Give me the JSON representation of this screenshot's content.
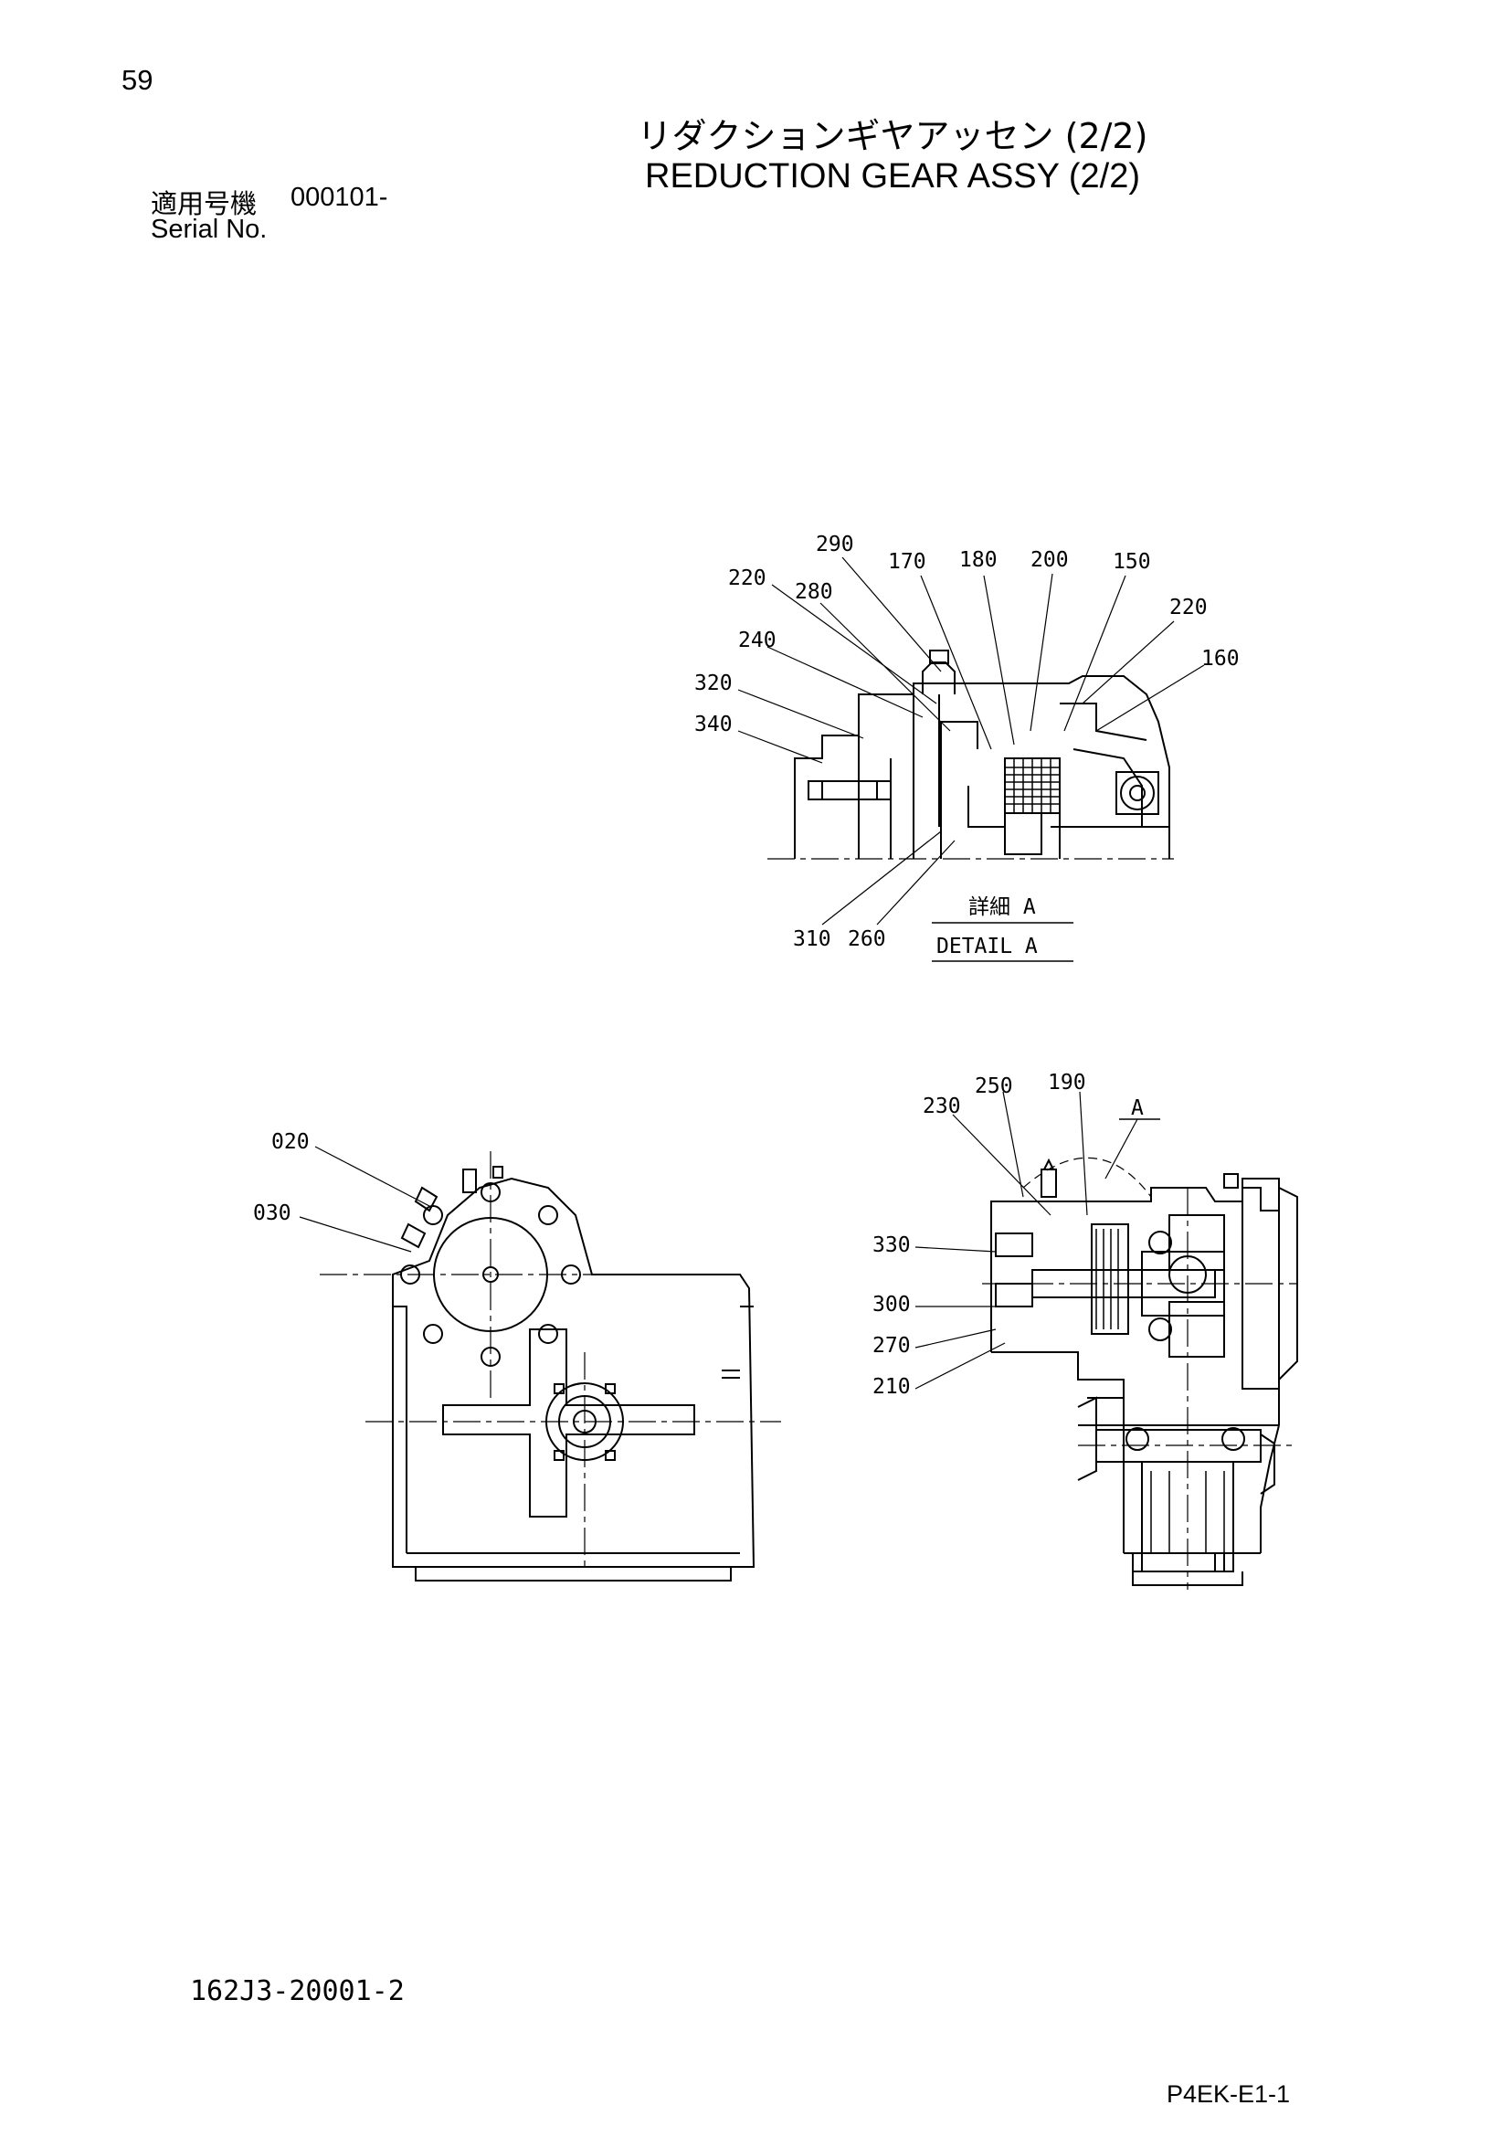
{
  "header": {
    "page_number": "59",
    "title_jp": "リダクションギヤアッセン (2/2)",
    "title_en": "REDUCTION GEAR ASSY (2/2)",
    "serial_label_jp": "適用号機",
    "serial_value": "000101-",
    "serial_label_en": "Serial No."
  },
  "detail_view": {
    "label_jp": "詳細 A",
    "label_en": "DETAIL A",
    "callouts": {
      "c290": "290",
      "c170": "170",
      "c180": "180",
      "c200": "200",
      "c150": "150",
      "c220a": "220",
      "c280": "280",
      "c220b": "220",
      "c240": "240",
      "c160": "160",
      "c320": "320",
      "c340": "340",
      "c310": "310",
      "c260": "260"
    }
  },
  "front_view": {
    "callouts": {
      "c020": "020",
      "c030": "030"
    }
  },
  "section_view": {
    "view_marker": "A",
    "callouts": {
      "c250": "250",
      "c190": "190",
      "c230": "230",
      "c330": "330",
      "c300": "300",
      "c270": "270",
      "c210": "210"
    }
  },
  "footer": {
    "drawing_number": "162J3-20001-2",
    "page_code": "P4EK-E1-1"
  }
}
